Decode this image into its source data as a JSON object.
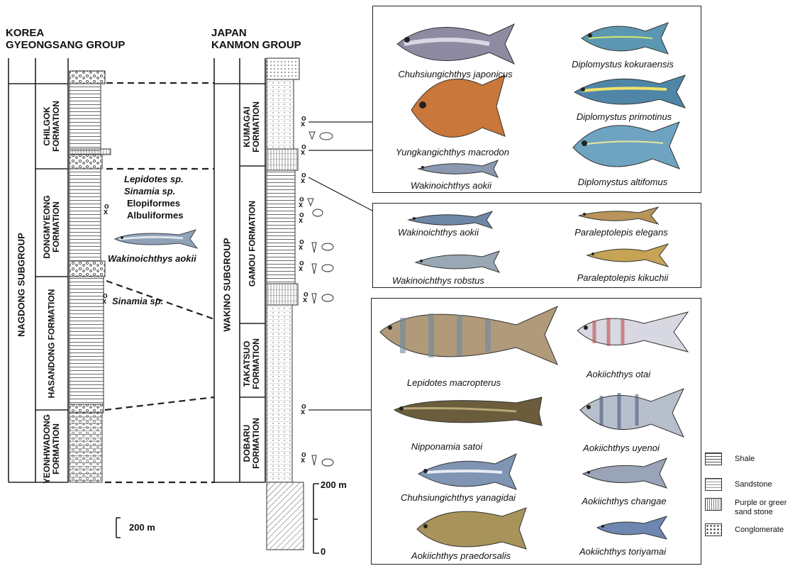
{
  "korea": {
    "country": "KOREA",
    "group": "GYEONGSANG GROUP",
    "subgroup": "NAGDONG SUBGROUP",
    "formations": [
      "CHILGOK FORMATION",
      "DONGMYEONG FORMATION",
      "HASANDONG FORMATION",
      "YEONHWADONG FORMATION"
    ],
    "taxa_dongmyeong": [
      "Lepidotes sp.",
      "Sinamia sp.",
      "Elopiformes",
      "Albuliformes"
    ],
    "fish_label": "Wakinoichthys aokii",
    "taxa_hasandong": "Sinamia sp.",
    "scale": "200 m"
  },
  "japan": {
    "country": "JAPAN",
    "group": "KANMON GROUP",
    "subgroup": "WAKINO SUBGROUP",
    "formations": [
      "KUMAGAI FORMATION",
      "GAMOU FORMATION",
      "TAKATSUO FORMATION",
      "DOBARU FORMATION"
    ],
    "scale_top": "200 m",
    "scale_bottom": "0"
  },
  "box1": [
    "Chuhsiungichthys japonicus",
    "Diplomystus kokuraensis",
    "Diplomystus primotinus",
    "Yungkangichthys macrodon",
    "Wakinoichthys aokii",
    "Diplomystus altifomus"
  ],
  "box2": [
    "Wakinoichthys aokii",
    "Paraleptolepis elegans",
    "Wakinoichthys robstus",
    "Paraleptolepis kikuchii"
  ],
  "box3": [
    "Lepidotes macropterus",
    "Aokiichthys otai",
    "Nipponamia satoi",
    "Aokiichthys uyenoi",
    "Chuhsiungichthys yanagidai",
    "Aokiichthys changae",
    "Aokiichthys praedorsalis",
    "Aokiichthys toriyamai"
  ],
  "legend": [
    "Shale",
    "Sandstone",
    "Purple or greer sand stone",
    "Conglomerate"
  ],
  "colors": {
    "line": "#222222",
    "fish_blue": "#4f86a8",
    "fish_silver": "#9aa7b4",
    "fish_orange": "#c9773a",
    "fish_olive": "#8a7a4a"
  }
}
